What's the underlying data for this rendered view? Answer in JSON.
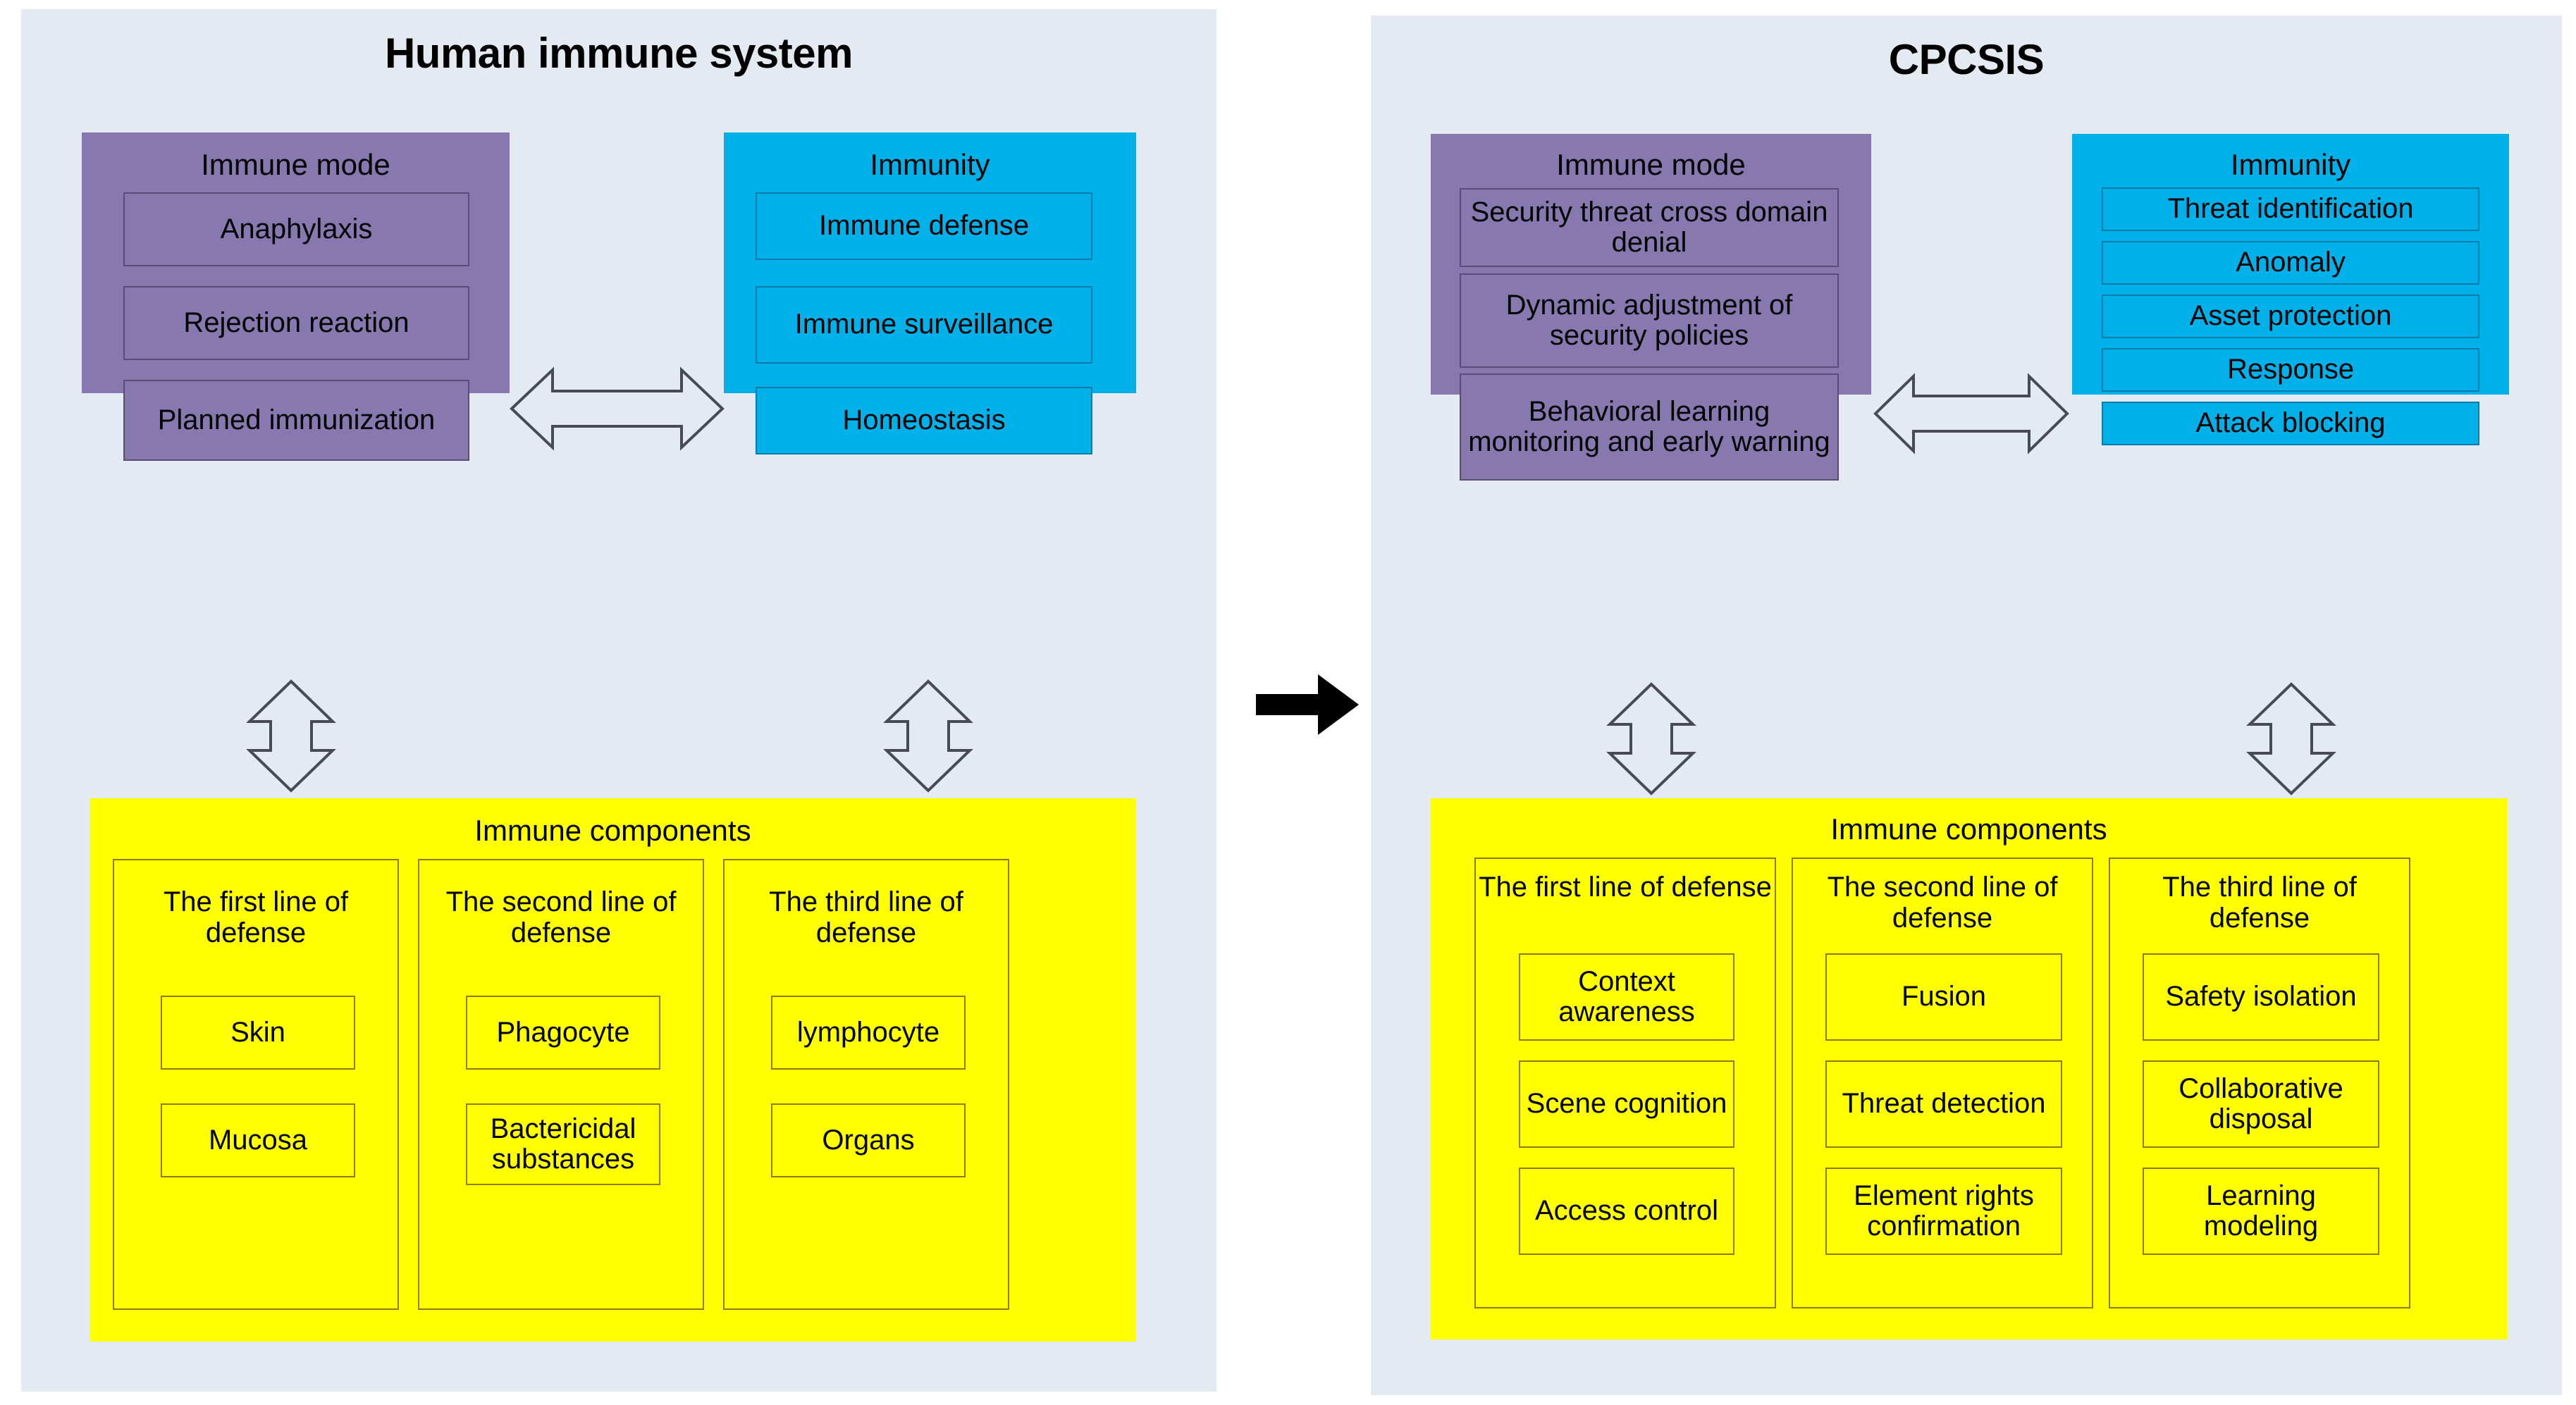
{
  "left_panel": {
    "title": "Human immune system",
    "immune_mode": {
      "heading": "Immune mode",
      "items": [
        "Anaphylaxis",
        "Rejection reaction",
        "Planned immunization"
      ]
    },
    "immunity": {
      "heading": "Immunity",
      "items": [
        "Immune defense",
        "Immune surveillance",
        "Homeostasis"
      ]
    },
    "components": {
      "heading": "Immune components",
      "columns": [
        {
          "title": "The first line of defense",
          "items": [
            "Skin",
            "Mucosa"
          ]
        },
        {
          "title": "The second line of defense",
          "items": [
            "Phagocyte",
            "Bactericidal substances"
          ]
        },
        {
          "title": "The third line of defense",
          "items": [
            "lymphocyte",
            "Organs"
          ]
        }
      ]
    }
  },
  "right_panel": {
    "title": "CPCSIS",
    "immune_mode": {
      "heading": "Immune mode",
      "items": [
        "Security threat cross domain denial",
        "Dynamic adjustment of security policies",
        "Behavioral learning monitoring and early warning"
      ]
    },
    "immunity": {
      "heading": "Immunity",
      "items": [
        "Threat identification",
        "Anomaly",
        "Asset protection",
        "Response",
        "Attack blocking"
      ]
    },
    "components": {
      "heading": "Immune components",
      "columns": [
        {
          "title": "The first line of defense",
          "items": [
            "Context awareness",
            "Scene cognition",
            "Access control"
          ]
        },
        {
          "title": "The second line of defense",
          "items": [
            "Fusion",
            "Threat detection",
            "Element rights confirmation"
          ]
        },
        {
          "title": "The third line of defense",
          "items": [
            "Safety isolation",
            "Collaborative disposal",
            "Learning modeling"
          ]
        }
      ]
    }
  },
  "connectors": {
    "transform_arrow": "right-arrow-icon",
    "horizontal_double": "double-headed-horizontal-arrow-icon",
    "vertical_double": "double-headed-vertical-arrow-icon"
  },
  "colors": {
    "panel_background": "#e3eaf2",
    "immune_mode": "#8878b0",
    "immunity": "#00b0e8",
    "components": "#ffff00",
    "text": "#000000",
    "outline": "#5a5a5a"
  }
}
